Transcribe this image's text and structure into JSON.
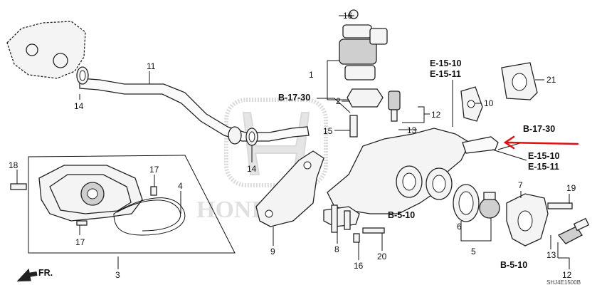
{
  "callouts": {
    "c1": "1",
    "c2": "2",
    "c3": "3",
    "c4": "4",
    "c5": "5",
    "c6": "6",
    "c7": "7",
    "c8": "8",
    "c9": "9",
    "c10": "10",
    "c11": "11",
    "c12a": "12",
    "c12b": "12",
    "c13a": "13",
    "c13b": "13",
    "c14a": "14",
    "c14b": "14",
    "c15": "15",
    "c16a": "16",
    "c16b": "16",
    "c17a": "17",
    "c17b": "17",
    "c18": "18",
    "c19": "19",
    "c20": "20",
    "c21": "21"
  },
  "references": {
    "b1730_left": "B-17-30",
    "e1510_top": "E-15-10",
    "e1511_top": "E-15-11",
    "b1730_right": "B-17-30",
    "e1510_right": "E-15-10",
    "e1511_right": "E-15-11",
    "b510_center": "B-5-10",
    "b510_right": "B-5-10"
  },
  "watermark": {
    "brand": "HONDA"
  },
  "direction": {
    "label": "FR."
  },
  "footer": {
    "code": "SHJ4E1500B"
  },
  "colors": {
    "arrow": "#e01010",
    "ink": "#111111",
    "watermark": "#bdbdbd"
  }
}
